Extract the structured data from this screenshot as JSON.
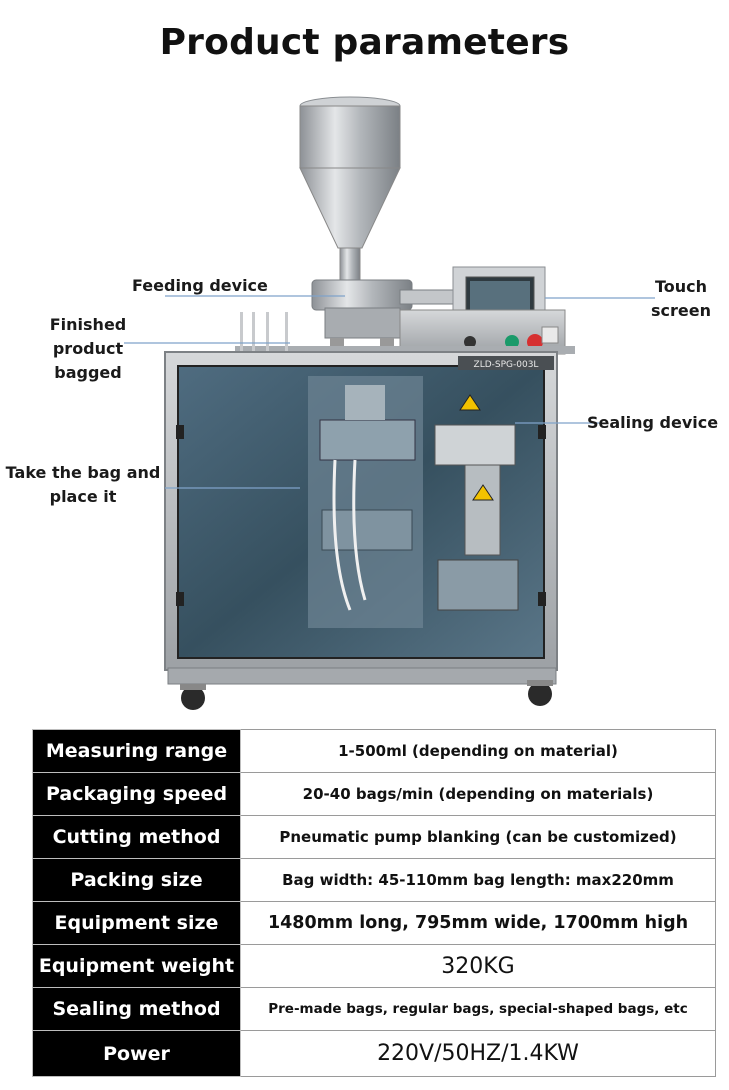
{
  "title": "Product parameters",
  "callouts": {
    "feeding_device": "Feeding device",
    "touch_screen_line1": "Touch",
    "touch_screen_line2": "screen",
    "finished_line1": "Finished product",
    "finished_line2": "bagged",
    "sealing_device": "Sealing device",
    "take_bag_line1": "Take the bag and",
    "take_bag_line2": "place it"
  },
  "machine": {
    "model_label": "ZLD-SPG-003L"
  },
  "parameters": [
    {
      "label": "Measuring range",
      "value": "1-500ml (depending on material)"
    },
    {
      "label": "Packaging speed",
      "value": "20-40 bags/min (depending on materials)"
    },
    {
      "label": "Cutting method",
      "value": "Pneumatic pump blanking (can be customized)"
    },
    {
      "label": "Packing size",
      "value": "Bag width: 45-110mm bag length: max220mm"
    },
    {
      "label": "Equipment size",
      "value": "1480mm long, 795mm wide, 1700mm high"
    },
    {
      "label": "Equipment weight",
      "value": "320KG"
    },
    {
      "label": "Sealing method",
      "value": "Pre-made bags, regular bags, special-shaped bags, etc"
    },
    {
      "label": "Power",
      "value": "220V/50HZ/1.4KW"
    }
  ],
  "colors": {
    "label_bg": "#000000",
    "label_text": "#ffffff",
    "callout_line": "#7fa2c9",
    "steel": "#b9bcc0",
    "glass": "#3c5566"
  }
}
